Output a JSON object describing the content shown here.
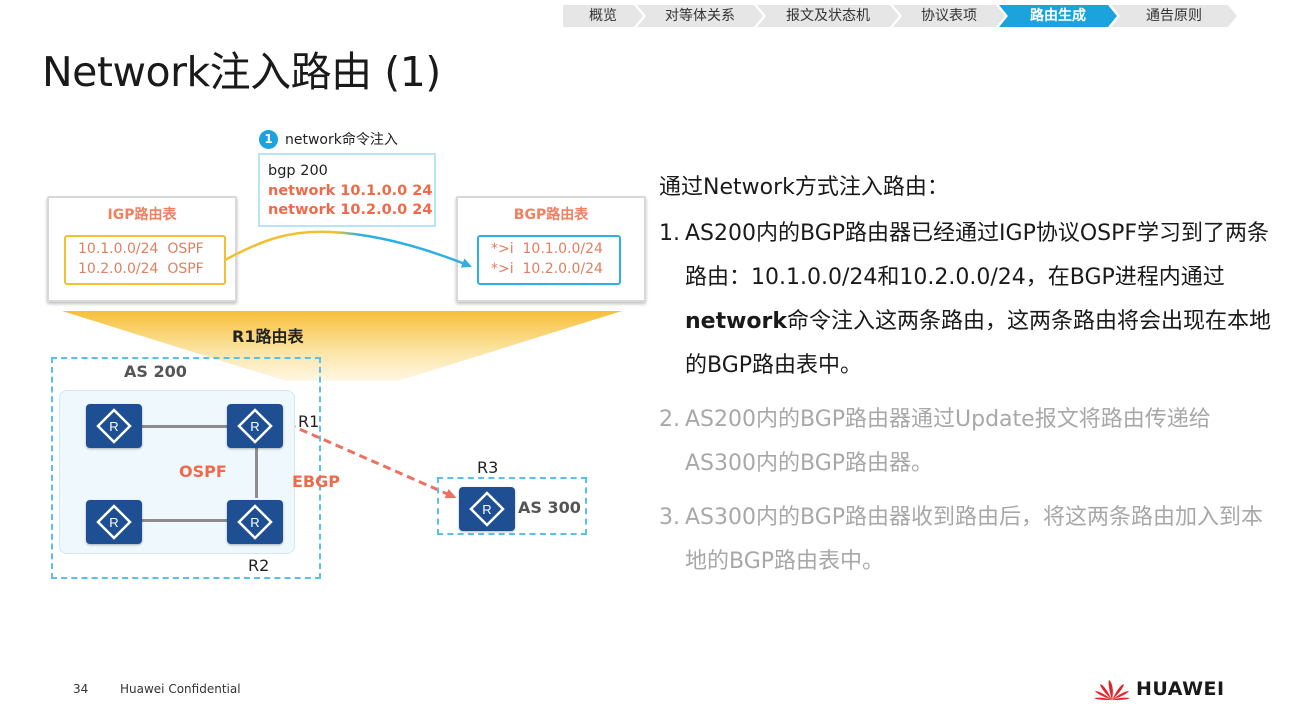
{
  "nav": {
    "tabs": [
      {
        "label": "概览",
        "active": false
      },
      {
        "label": "对等体关系",
        "active": false
      },
      {
        "label": "报文及状态机",
        "active": false
      },
      {
        "label": "协议表项",
        "active": false
      },
      {
        "label": "路由生成",
        "active": true
      },
      {
        "label": "通告原则",
        "active": false
      }
    ]
  },
  "title": "Network注入路由 (1)",
  "diagram": {
    "step_number": "1",
    "step_label": "network命令注入",
    "command": {
      "line1": "bgp 200",
      "line2": "network 10.1.0.0 24",
      "line3": "network 10.2.0.0 24"
    },
    "igp_table": {
      "title": "IGP路由表",
      "rows": [
        "10.1.0.0/24  OSPF",
        "10.2.0.0/24  OSPF"
      ]
    },
    "bgp_table": {
      "title": "BGP路由表",
      "rows": [
        "*>i  10.1.0.0/24",
        "*>i  10.2.0.0/24"
      ]
    },
    "r1_table_label": "R1路由表",
    "as200_label": "AS 200",
    "as300_label": "AS 300",
    "ospf_label": "OSPF",
    "ebgp_label": "EBGP",
    "routers": {
      "r1": "R1",
      "r2": "R2",
      "r3": "R3"
    },
    "router_icon_letter": "R",
    "colors": {
      "accent": "#1aa3dc",
      "router": "#1e4f93",
      "highlight": "#ee6a4a",
      "igp_border": "#f0c030",
      "bgp_border": "#30b0e0"
    }
  },
  "content": {
    "intro": "通过Network方式注入路由：",
    "items": [
      {
        "num": "1.",
        "text_before": "AS200内的BGP路由器已经通过IGP协议OSPF学习到了两条路由：10.1.0.0/24和10.2.0.0/24，在BGP进程内通过",
        "bold": "network",
        "text_after": "命令注入这两条路由，这两条路由将会出现在本地的BGP路由表中。",
        "active": true
      },
      {
        "num": "2.",
        "text_before": "AS200内的BGP路由器通过Update报文将路由传递给AS300内的BGP路由器。",
        "bold": "",
        "text_after": "",
        "active": false
      },
      {
        "num": "3.",
        "text_before": "AS300内的BGP路由器收到路由后，将这两条路由加入到本地的BGP路由表中。",
        "bold": "",
        "text_after": "",
        "active": false
      }
    ]
  },
  "footer": {
    "page": "34",
    "confidential": "Huawei Confidential",
    "logo_text": "HUAWEI",
    "logo_icon": "huawei-logo-icon"
  }
}
